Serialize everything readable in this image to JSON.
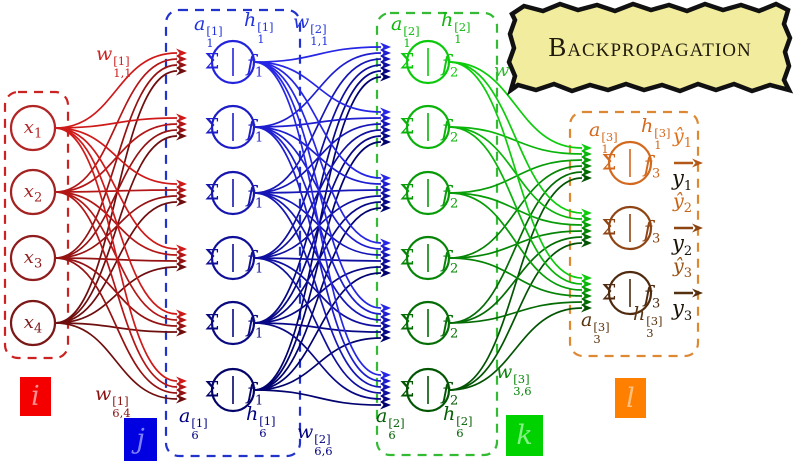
{
  "banner": {
    "title": "Backpropagation"
  },
  "network": {
    "input_count": 4,
    "hidden1_count": 6,
    "hidden2_count": 6,
    "output_count": 3
  },
  "layers": {
    "input": {
      "box_label": "i",
      "nodes": [
        {
          "base": "x",
          "sub": "1"
        },
        {
          "base": "x",
          "sub": "2"
        },
        {
          "base": "x",
          "sub": "3"
        },
        {
          "base": "x",
          "sub": "4"
        }
      ],
      "weight_top": {
        "base": "w",
        "sup": "[1]",
        "sub": "1,1"
      },
      "weight_bottom": {
        "base": "w",
        "sup": "[1]",
        "sub": "6,4"
      }
    },
    "hidden1": {
      "box_label": "j",
      "sigma": "Σ",
      "f_base": "f",
      "f_sub": "1",
      "label_a_top": {
        "base": "a",
        "sup": "[1]",
        "sub": "1"
      },
      "label_h_top": {
        "base": "h",
        "sup": "[1]",
        "sub": "1"
      },
      "weight_top": {
        "base": "w",
        "sup": "[2]",
        "sub": "1,1"
      },
      "label_a_bottom": {
        "base": "a",
        "sup": "[1]",
        "sub": "6"
      },
      "label_h_bottom": {
        "base": "h",
        "sup": "[1]",
        "sub": "6"
      },
      "weight_bottom": {
        "base": "w",
        "sup": "[2]",
        "sub": "6,6"
      }
    },
    "hidden2": {
      "box_label": "k",
      "sigma": "Σ",
      "f_base": "f",
      "f_sub": "2",
      "label_a_top": {
        "base": "a",
        "sup": "[2]",
        "sub": "1"
      },
      "label_h_top": {
        "base": "h",
        "sup": "[2]",
        "sub": "1"
      },
      "weight_peek": "w",
      "label_a_bottom": {
        "base": "a",
        "sup": "[2]",
        "sub": "6"
      },
      "label_h_bottom": {
        "base": "h",
        "sup": "[2]",
        "sub": "6"
      },
      "weight_bottom": {
        "base": "w",
        "sup": "[3]",
        "sub": "3,6"
      }
    },
    "output": {
      "box_label": "l",
      "sigma": "Σ",
      "f_base": "f",
      "f_sub": "3",
      "label_a_top": {
        "base": "a",
        "sup": "[3]",
        "sub": "1"
      },
      "label_h_top": {
        "base": "h",
        "sup": "[3]",
        "sub": "1"
      },
      "label_a_bottom": {
        "base": "a",
        "sup": "[3]",
        "sub": "3"
      },
      "label_h_bottom": {
        "base": "h",
        "sup": "[3]",
        "sub": "3"
      },
      "predictions": [
        {
          "base": "ŷ",
          "sub": "1"
        },
        {
          "base": "ŷ",
          "sub": "2"
        },
        {
          "base": "ŷ",
          "sub": "3"
        }
      ],
      "targets": [
        {
          "base": "y",
          "sub": "1"
        },
        {
          "base": "y",
          "sub": "2"
        },
        {
          "base": "y",
          "sub": "3"
        }
      ]
    }
  },
  "colors": {
    "input_nodes": [
      "#b22626",
      "#a32222",
      "#8f1d1d",
      "#7a1818"
    ],
    "input_wires": [
      "#cf1a1a",
      "#b31616",
      "#951212",
      "#6f0e0e"
    ],
    "hidden1_nodes": [
      "#2424dd",
      "#1d1dc6",
      "#1616af",
      "#0f0f98",
      "#090981",
      "#03036a"
    ],
    "hidden1_wires": [
      "#2626e6",
      "#1e1ecf",
      "#1616b7",
      "#0f0f9f",
      "#080887",
      "#02026f"
    ],
    "hidden2_nodes": [
      "#0cc90c",
      "#0ab20a",
      "#089b08",
      "#068406",
      "#046d04",
      "#025602"
    ],
    "hidden2_wires": [
      "#0ccc0c",
      "#0ab40a",
      "#089c08",
      "#068406",
      "#046c04",
      "#025402"
    ],
    "output_nodes": [
      "#d2691e",
      "#8f4513",
      "#4f2a0e"
    ],
    "output_arrows": [
      "#b45818",
      "#8b4513",
      "#55300e"
    ],
    "boxes": {
      "input": "#cc2222",
      "hidden1": "#2233cc",
      "hidden2": "#33bb33",
      "output": "#dd8833"
    },
    "index_boxes": {
      "i_bg": "#f40000",
      "i_fg": "#ff9090",
      "j_bg": "#0000e0",
      "j_fg": "#8080ff",
      "k_bg": "#00d200",
      "k_fg": "#86f086",
      "l_bg": "#ff8000",
      "l_fg": "#ffc080"
    },
    "banner_bg": "#f2ec9e",
    "banner_border": "#111111"
  }
}
